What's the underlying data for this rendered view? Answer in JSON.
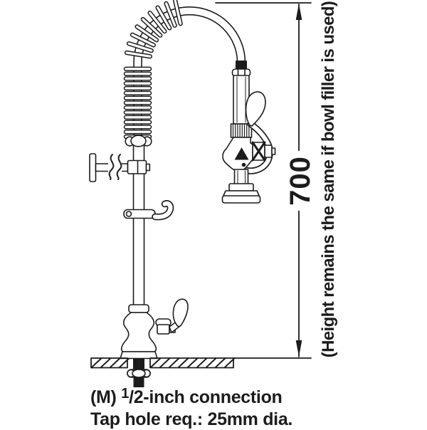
{
  "page": {
    "background": "#ffffff",
    "line_color": "#1c1c1c"
  },
  "dimension": {
    "value": "700"
  },
  "side_note": {
    "text": "(Height remains the same if bowl filler is used)"
  },
  "footer_notes": {
    "line1_prefix": "(M) ",
    "line1_numerator": "1",
    "line1_rest": "/2-inch connection",
    "line2": "Tap hole req.: 25mm dia."
  }
}
